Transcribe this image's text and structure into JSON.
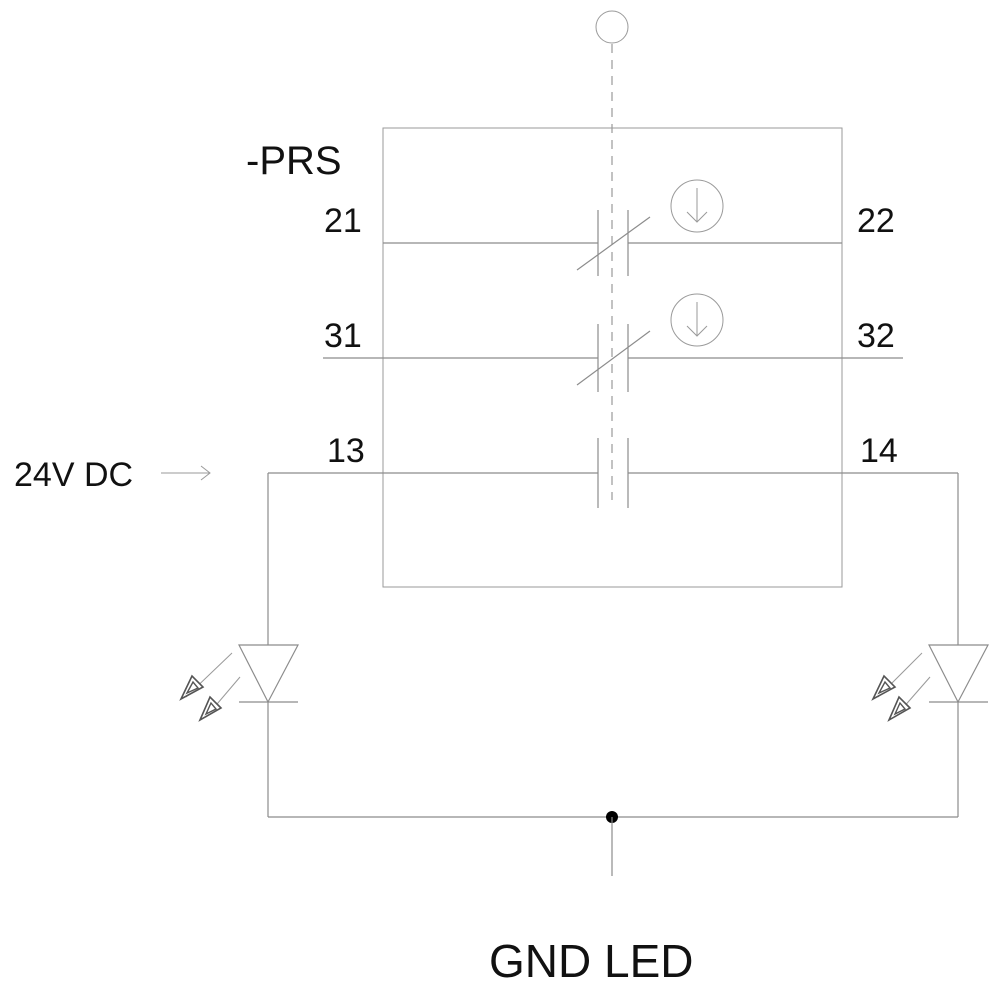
{
  "device": {
    "tag": "-PRS"
  },
  "terminals": {
    "t21": "21",
    "t22": "22",
    "t31": "31",
    "t32": "32",
    "t13": "13",
    "t14": "14"
  },
  "supply_label": "24V DC",
  "ground_label": "GND LED",
  "colors": {
    "wire": "#8c8c8c",
    "text": "#111111",
    "junction": "#000000"
  }
}
